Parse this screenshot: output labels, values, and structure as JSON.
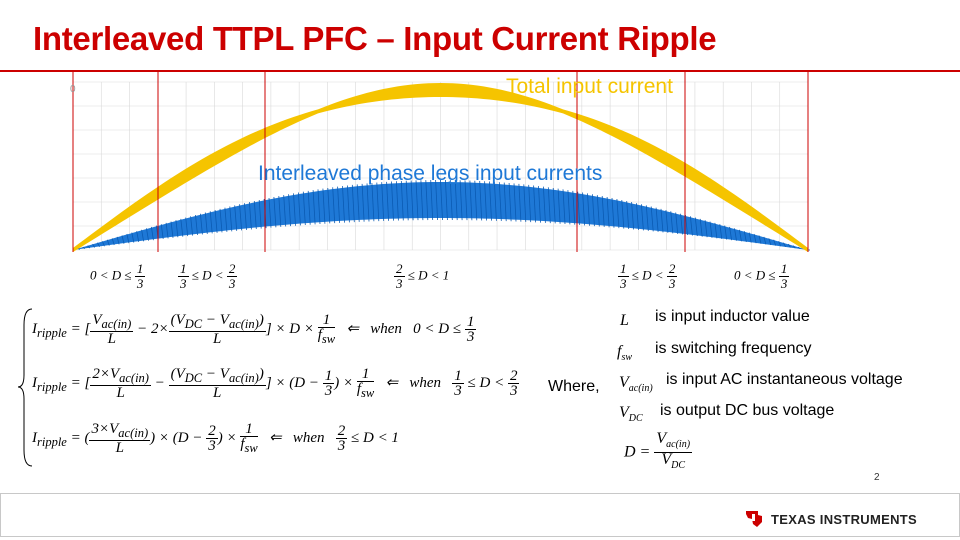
{
  "title": "Interleaved TTPL PFC – Input Current Ripple",
  "chart": {
    "total_label": "Total input current",
    "phase_label": "Interleaved phase legs input currents",
    "corner_mark": "0",
    "colors": {
      "total": "#f5c400",
      "phase": "#1e78d6",
      "divider": "#cc0000",
      "grid": "#d9d9d9"
    },
    "regions": [
      "0 < D ≤ 1/3",
      "1/3 ≤ D < 2/3",
      "2/3 ≤ D < 1",
      "1/3 ≤ D < 2/3",
      "0 < D ≤ 1/3"
    ]
  },
  "equations": [
    "I_ripple = [ V_ac(in)/L − 2 × (V_DC − V_ac(in))/L ] × D × 1/f_sw   ⇐ when 0 < D ≤ 1/3",
    "I_ripple = [ 2×V_ac(in)/L − (V_DC − V_ac(in))/L ] × (D − 1/3) × 1/f_sw   ⇐ when 1/3 ≤ D < 2/3",
    "I_ripple = ( 3×V_ac(in)/L ) × (D − 2/3) × 1/f_sw   ⇐ when 2/3 ≤ D < 1"
  ],
  "where": {
    "label": "Where,",
    "items": [
      {
        "symbol": "L",
        "text": "is input inductor value"
      },
      {
        "symbol": "f_sw",
        "text": "is switching frequency"
      },
      {
        "symbol": "V_ac(in)",
        "text": "is input AC instantaneous voltage"
      },
      {
        "symbol": "V_DC",
        "text": "is output DC bus voltage"
      }
    ],
    "duty": "D = V_ac(in) / V_DC"
  },
  "page_number": "2",
  "footer": {
    "logo_text": "TEXAS INSTRUMENTS"
  }
}
